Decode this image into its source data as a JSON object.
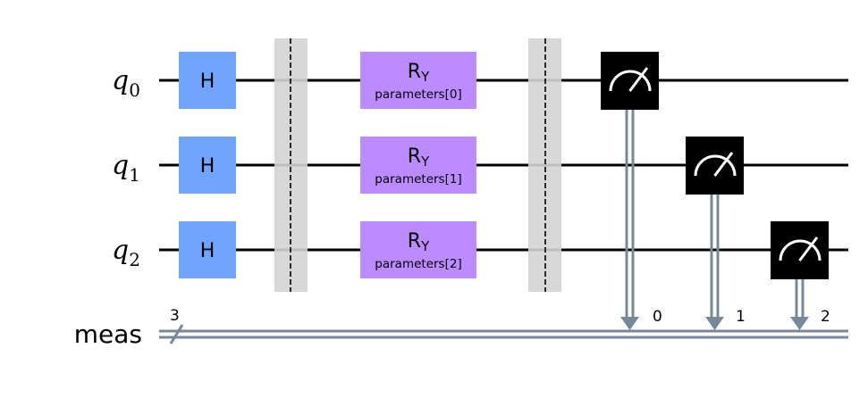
{
  "colors": {
    "wire": "#000000",
    "classical_wire": "#778899",
    "h_gate": "#6fa4ff",
    "ry_gate": "#bb8bff",
    "barrier": "#d3d3d3",
    "measure_box": "#000000"
  },
  "circuit": {
    "qubits": [
      {
        "name": "q",
        "index": "0"
      },
      {
        "name": "q",
        "index": "1"
      },
      {
        "name": "q",
        "index": "2"
      }
    ],
    "classical_register": {
      "name": "meas",
      "size": "3"
    },
    "h_gates": [
      {
        "label": "H"
      },
      {
        "label": "H"
      },
      {
        "label": "H"
      }
    ],
    "ry_gates": [
      {
        "label": "R",
        "sub": "Y",
        "param": "parameters[0]"
      },
      {
        "label": "R",
        "sub": "Y",
        "param": "parameters[1]"
      },
      {
        "label": "R",
        "sub": "Y",
        "param": "parameters[2]"
      }
    ],
    "barriers": 2,
    "measurements": [
      {
        "qubit": 0,
        "cbit": "0",
        "icon": "meter-icon"
      },
      {
        "qubit": 1,
        "cbit": "1",
        "icon": "meter-icon"
      },
      {
        "qubit": 2,
        "cbit": "2",
        "icon": "meter-icon"
      }
    ]
  }
}
